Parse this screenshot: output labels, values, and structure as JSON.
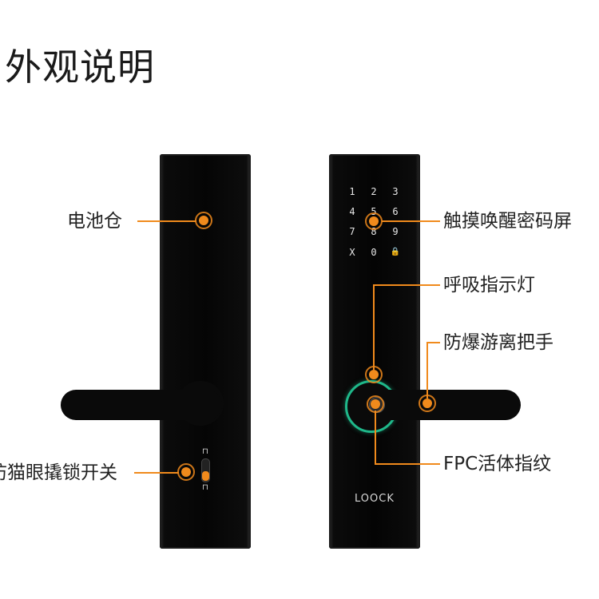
{
  "title": "外观说明",
  "labels": {
    "battery": "电池仓",
    "peephole": "防猫眼撬锁开关",
    "touch_screen": "触摸唤醒密码屏",
    "breathing_light": "呼吸指示灯",
    "handle": "防爆游离把手",
    "fingerprint": "FPC活体指纹"
  },
  "keypad": {
    "row1": [
      "1",
      "2",
      "3"
    ],
    "row2": [
      "4",
      "5",
      "6"
    ],
    "row3": [
      "7",
      "8",
      "9"
    ],
    "row4": [
      "X",
      "0",
      "🔒"
    ]
  },
  "brand": "LOOCK",
  "accent_color": "#f08a1c",
  "fingerprint_ring_color": "#1fb88a",
  "icons": [
    "lock-open-icon",
    "lock-closed-icon"
  ]
}
